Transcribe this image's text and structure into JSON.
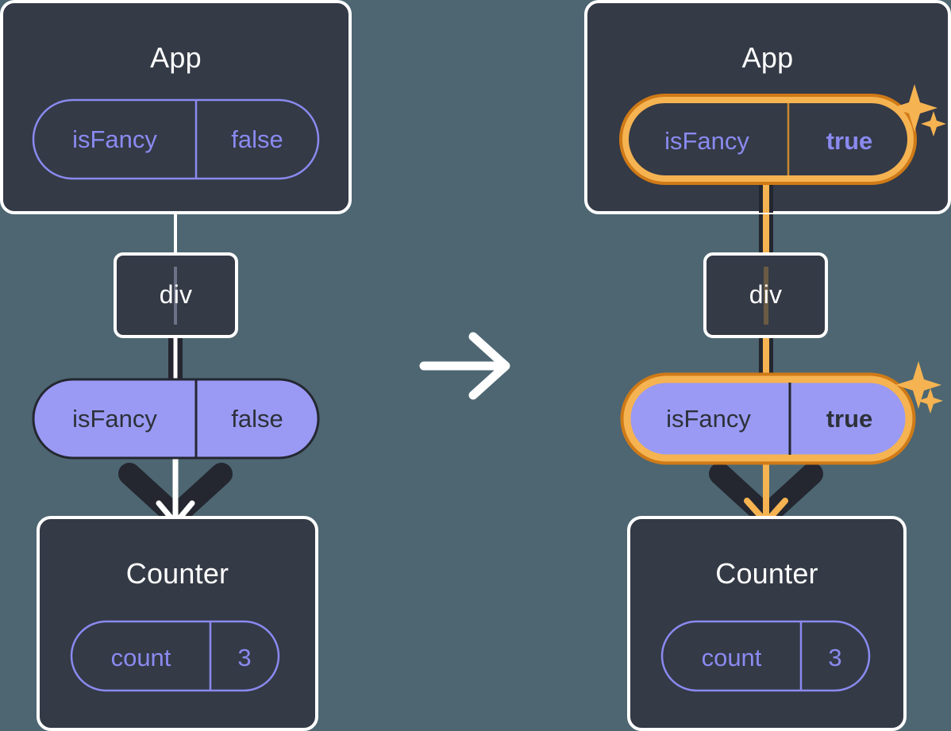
{
  "meta": {
    "background_color": "#4d6672",
    "box_fill": "#343a46",
    "box_border": "#ffffff",
    "pill_outline_stroke": "#8a8af0",
    "pill_solid_fill": "#9a9af5",
    "pill_solid_stroke": "#242730",
    "highlight_orange": "#f5b351",
    "highlight_orange_dark": "#cf7a17",
    "dark_line": "#242730",
    "text_light": "#ffffff",
    "text_purple": "#8a8af0",
    "text_dark": "#2d3139"
  },
  "left": {
    "app": {
      "title": "App",
      "pill": {
        "name": "isFancy",
        "value": "false",
        "style": "outline",
        "highlighted": false
      }
    },
    "div": {
      "label": "div"
    },
    "prop_pill": {
      "name": "isFancy",
      "value": "false",
      "style": "solid",
      "highlighted": false
    },
    "counter": {
      "title": "Counter",
      "pill": {
        "name": "count",
        "value": "3",
        "style": "outline",
        "highlighted": false
      }
    }
  },
  "transition": {
    "arrow_icon": "arrow-right-icon"
  },
  "right": {
    "app": {
      "title": "App",
      "pill": {
        "name": "isFancy",
        "value": "true",
        "style": "outline",
        "highlighted": true,
        "sparkle_icon": "sparkles-icon"
      }
    },
    "div": {
      "label": "div"
    },
    "prop_pill": {
      "name": "isFancy",
      "value": "true",
      "style": "solid",
      "highlighted": true,
      "sparkle_icon": "sparkles-icon"
    },
    "counter": {
      "title": "Counter",
      "pill": {
        "name": "count",
        "value": "3",
        "style": "outline",
        "highlighted": false
      }
    }
  }
}
